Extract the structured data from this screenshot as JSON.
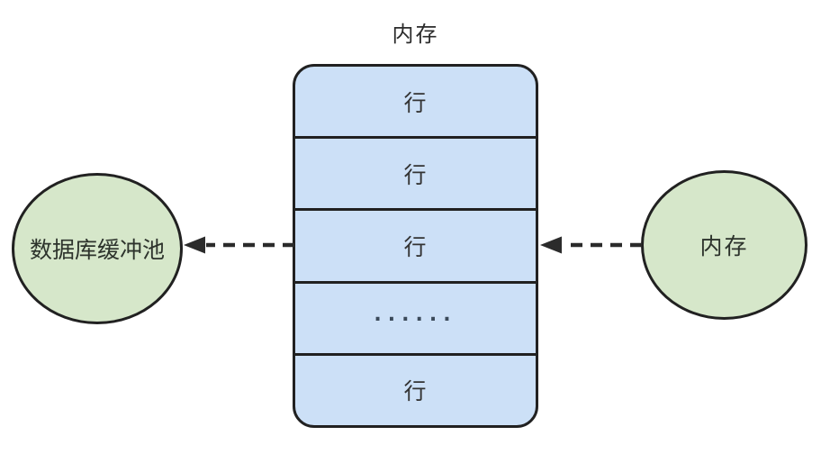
{
  "diagram": {
    "memory_table": {
      "title": "内存",
      "rows": [
        {
          "label": "行"
        },
        {
          "label": "行"
        },
        {
          "label": "行"
        },
        {
          "label": "......"
        },
        {
          "label": "行"
        }
      ]
    },
    "left_node": {
      "label": "数据库缓冲池"
    },
    "right_node": {
      "label": "内存"
    },
    "arrows": [
      {
        "name": "table-to-buffer-pool",
        "direction": "left",
        "style": "dashed"
      },
      {
        "name": "memory-to-table",
        "direction": "left",
        "style": "dashed"
      }
    ],
    "colors": {
      "table_fill": "#cce0f7",
      "node_fill": "#d6e7ca",
      "stroke": "#212121",
      "text": "#333333",
      "background": "#ffffff"
    }
  }
}
